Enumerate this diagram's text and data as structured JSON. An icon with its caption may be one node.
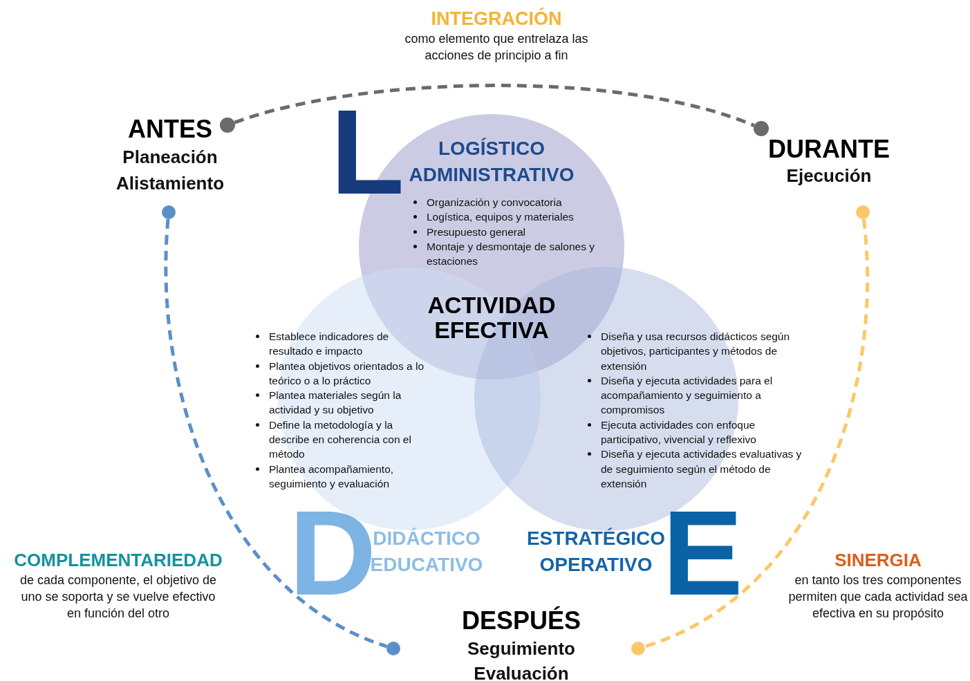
{
  "diagram": {
    "nodes": [
      {
        "text": [],
        "shape": "circle"
      },
      {
        "text": [],
        "shape": "circle"
      },
      {
        "text": [],
        "shape": "circle"
      },
      {
        "text": [],
        "shape": "circle"
      },
      {
        "text": [
          "L",
          "LOGÍSTICO ADMINISTRATIVO",
          "Organización y convocatoria",
          "Logística, equipos y materiales",
          "Presupuesto general",
          "Montaje y desmontaje de salones y estaciones"
        ]
      },
      {
        "text": [
          "D",
          "DIDÁCTICO EDUCATIVO",
          "Establece indicadores de resultado e impacto",
          "Plantea objetivos orientados a lo teórico o a lo práctico",
          "Plantea materiales según la actividad y su objetivo",
          "Define la metodología y la describe en coherencia con el método",
          "Plantea acompañamiento, seguimiento y evaluación"
        ]
      },
      {
        "text": [
          "E",
          "ESTRATÉGICO OPERATIVO",
          "Diseña y usa recursos didácticos según objetivos, participantes y métodos de extensión",
          "Diseña y ejecuta actividades para el acompañamiento y seguimiento a compromisos",
          "Ejecuta actividades con enfoque participativo, vivencial y reflexivo",
          "Diseña y ejecuta actividades evaluativas y de seguimiento según el método de extensión"
        ]
      },
      {
        "text": [],
        "shape": "circle"
      },
      {
        "text": [],
        "shape": "circle"
      }
    ],
    "edges": [
      {
        "from": 0,
        "to": 1,
        "arrow": "none",
        "style": "dashed",
        "color": "#6b6b6b"
      },
      {
        "from": 2,
        "to": 7,
        "arrow": "none",
        "style": "dashed",
        "color": "#5b8fc9"
      },
      {
        "from": 3,
        "to": 8,
        "arrow": "none",
        "style": "dashed",
        "color": "#fcc76a"
      }
    ],
    "labels": [
      "INTEGRACIÓN",
      "como elemento que entrelaza las acciones de principio a fin",
      "ANTES",
      "Planeación Alistamiento",
      "DURANTE",
      "Ejecución",
      "ACTIVIDAD EFECTIVA",
      "COMPLEMENTARIEDAD",
      "de cada componente, el objetivo de uno se soporta y se vuelve efectivo en función del otro",
      "DESPUÉS",
      "Seguimiento Evaluación",
      "SINERGIA",
      "en tanto los tres componentes permiten que cada actividad sea efectiva en su propósito"
    ]
  }
}
